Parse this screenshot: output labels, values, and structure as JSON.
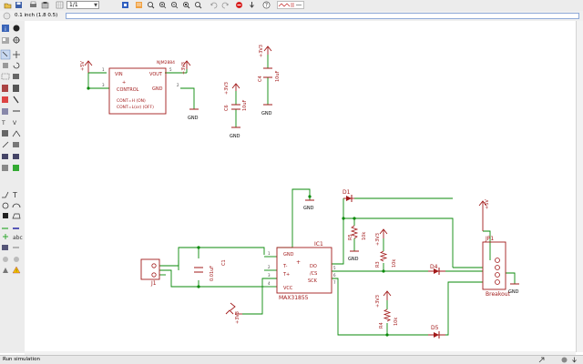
{
  "toolbar": {
    "zoom_value": "1/1",
    "icons": [
      "open-icon",
      "save-icon",
      "print-icon",
      "cam-icon",
      "cut-icon",
      "grid-icon",
      "board-icon",
      "sheet-icon",
      "zoom-fit-icon",
      "zoom-in-icon",
      "zoom-out-icon",
      "zoom-select-icon",
      "zoom-redraw-icon",
      "undo-icon",
      "redo-icon",
      "stop-icon",
      "go-icon",
      "help-icon",
      "simulate-icon"
    ]
  },
  "command_bar": {
    "coordinate_readout": "0.1 inch (1.8 0.5)",
    "command_value": ""
  },
  "status_bar": {
    "text": "Run simulation"
  },
  "schematic": {
    "regulator": {
      "part_name": "NJM2884",
      "pin_vin": "VIN",
      "pin_control": "CONTROL",
      "pin_vout": "VOUT",
      "pin_gnd": "GND",
      "note_on": "CONT=H (ON)",
      "note_off": "CONT=L(or) (OFF)",
      "pin_num_1": "1",
      "pin_num_3": "3",
      "pin_num_5": "5",
      "pin_num_2": "2",
      "supply_label": "+5V",
      "out_label": "+3V3",
      "gnd_label": "GND"
    },
    "c6": {
      "name": "C6",
      "value": "10uF",
      "supply": "+3V3",
      "gnd": "GND"
    },
    "c4": {
      "name": "C4",
      "value": "10uF",
      "supply": "+3V3",
      "gnd": "GND"
    },
    "j1": {
      "name": "J1"
    },
    "c1": {
      "name": "C1",
      "value": "0.01uF"
    },
    "ic1": {
      "name": "IC1",
      "part": "MAX31855",
      "pin_gnd": "GND",
      "pin_tminus": "T-",
      "pin_tplus": "T+",
      "pin_vcc": "VCC",
      "pin_do": "DO",
      "pin_cs": "/CS",
      "pin_sck": "SCK",
      "plus_mark": "+",
      "pin_nums": [
        "1",
        "2",
        "3",
        "4",
        "5",
        "6",
        "7"
      ],
      "gnd_label": "GND",
      "vcc_label": "+3V3"
    },
    "d1": {
      "name": "D1"
    },
    "d4": {
      "name": "D4"
    },
    "d5": {
      "name": "D5"
    },
    "r5": {
      "name": "R5",
      "value": "10k",
      "gnd": "GND"
    },
    "r3": {
      "name": "R3",
      "value": "10k",
      "supply": "+3V3"
    },
    "r4": {
      "name": "R4",
      "value": "10k",
      "supply": "+3V3"
    },
    "jp1": {
      "name": "JP1",
      "label": "Breakout",
      "supply": "+5V",
      "gnd": "GND"
    }
  }
}
